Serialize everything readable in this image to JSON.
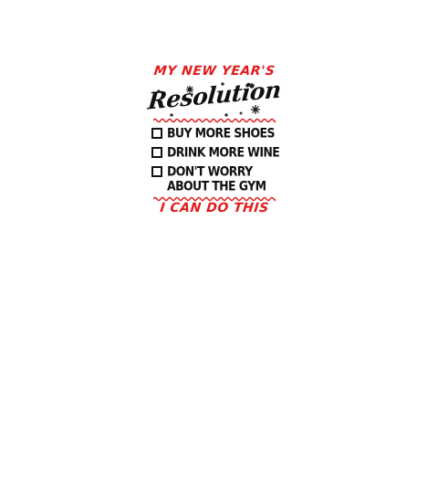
{
  "design": {
    "header": "MY NEW YEAR'S",
    "title": "Resolution",
    "items": [
      {
        "label": "BUY MORE SHOES"
      },
      {
        "label": "DRINK MORE WINE"
      },
      {
        "label": "DON'T WORRY"
      }
    ],
    "item_continuation": "ABOUT THE GYM",
    "footer": "I CAN DO THIS",
    "colors": {
      "accent": "#e21b1b",
      "text": "#111111",
      "background": "#ffffff"
    }
  }
}
